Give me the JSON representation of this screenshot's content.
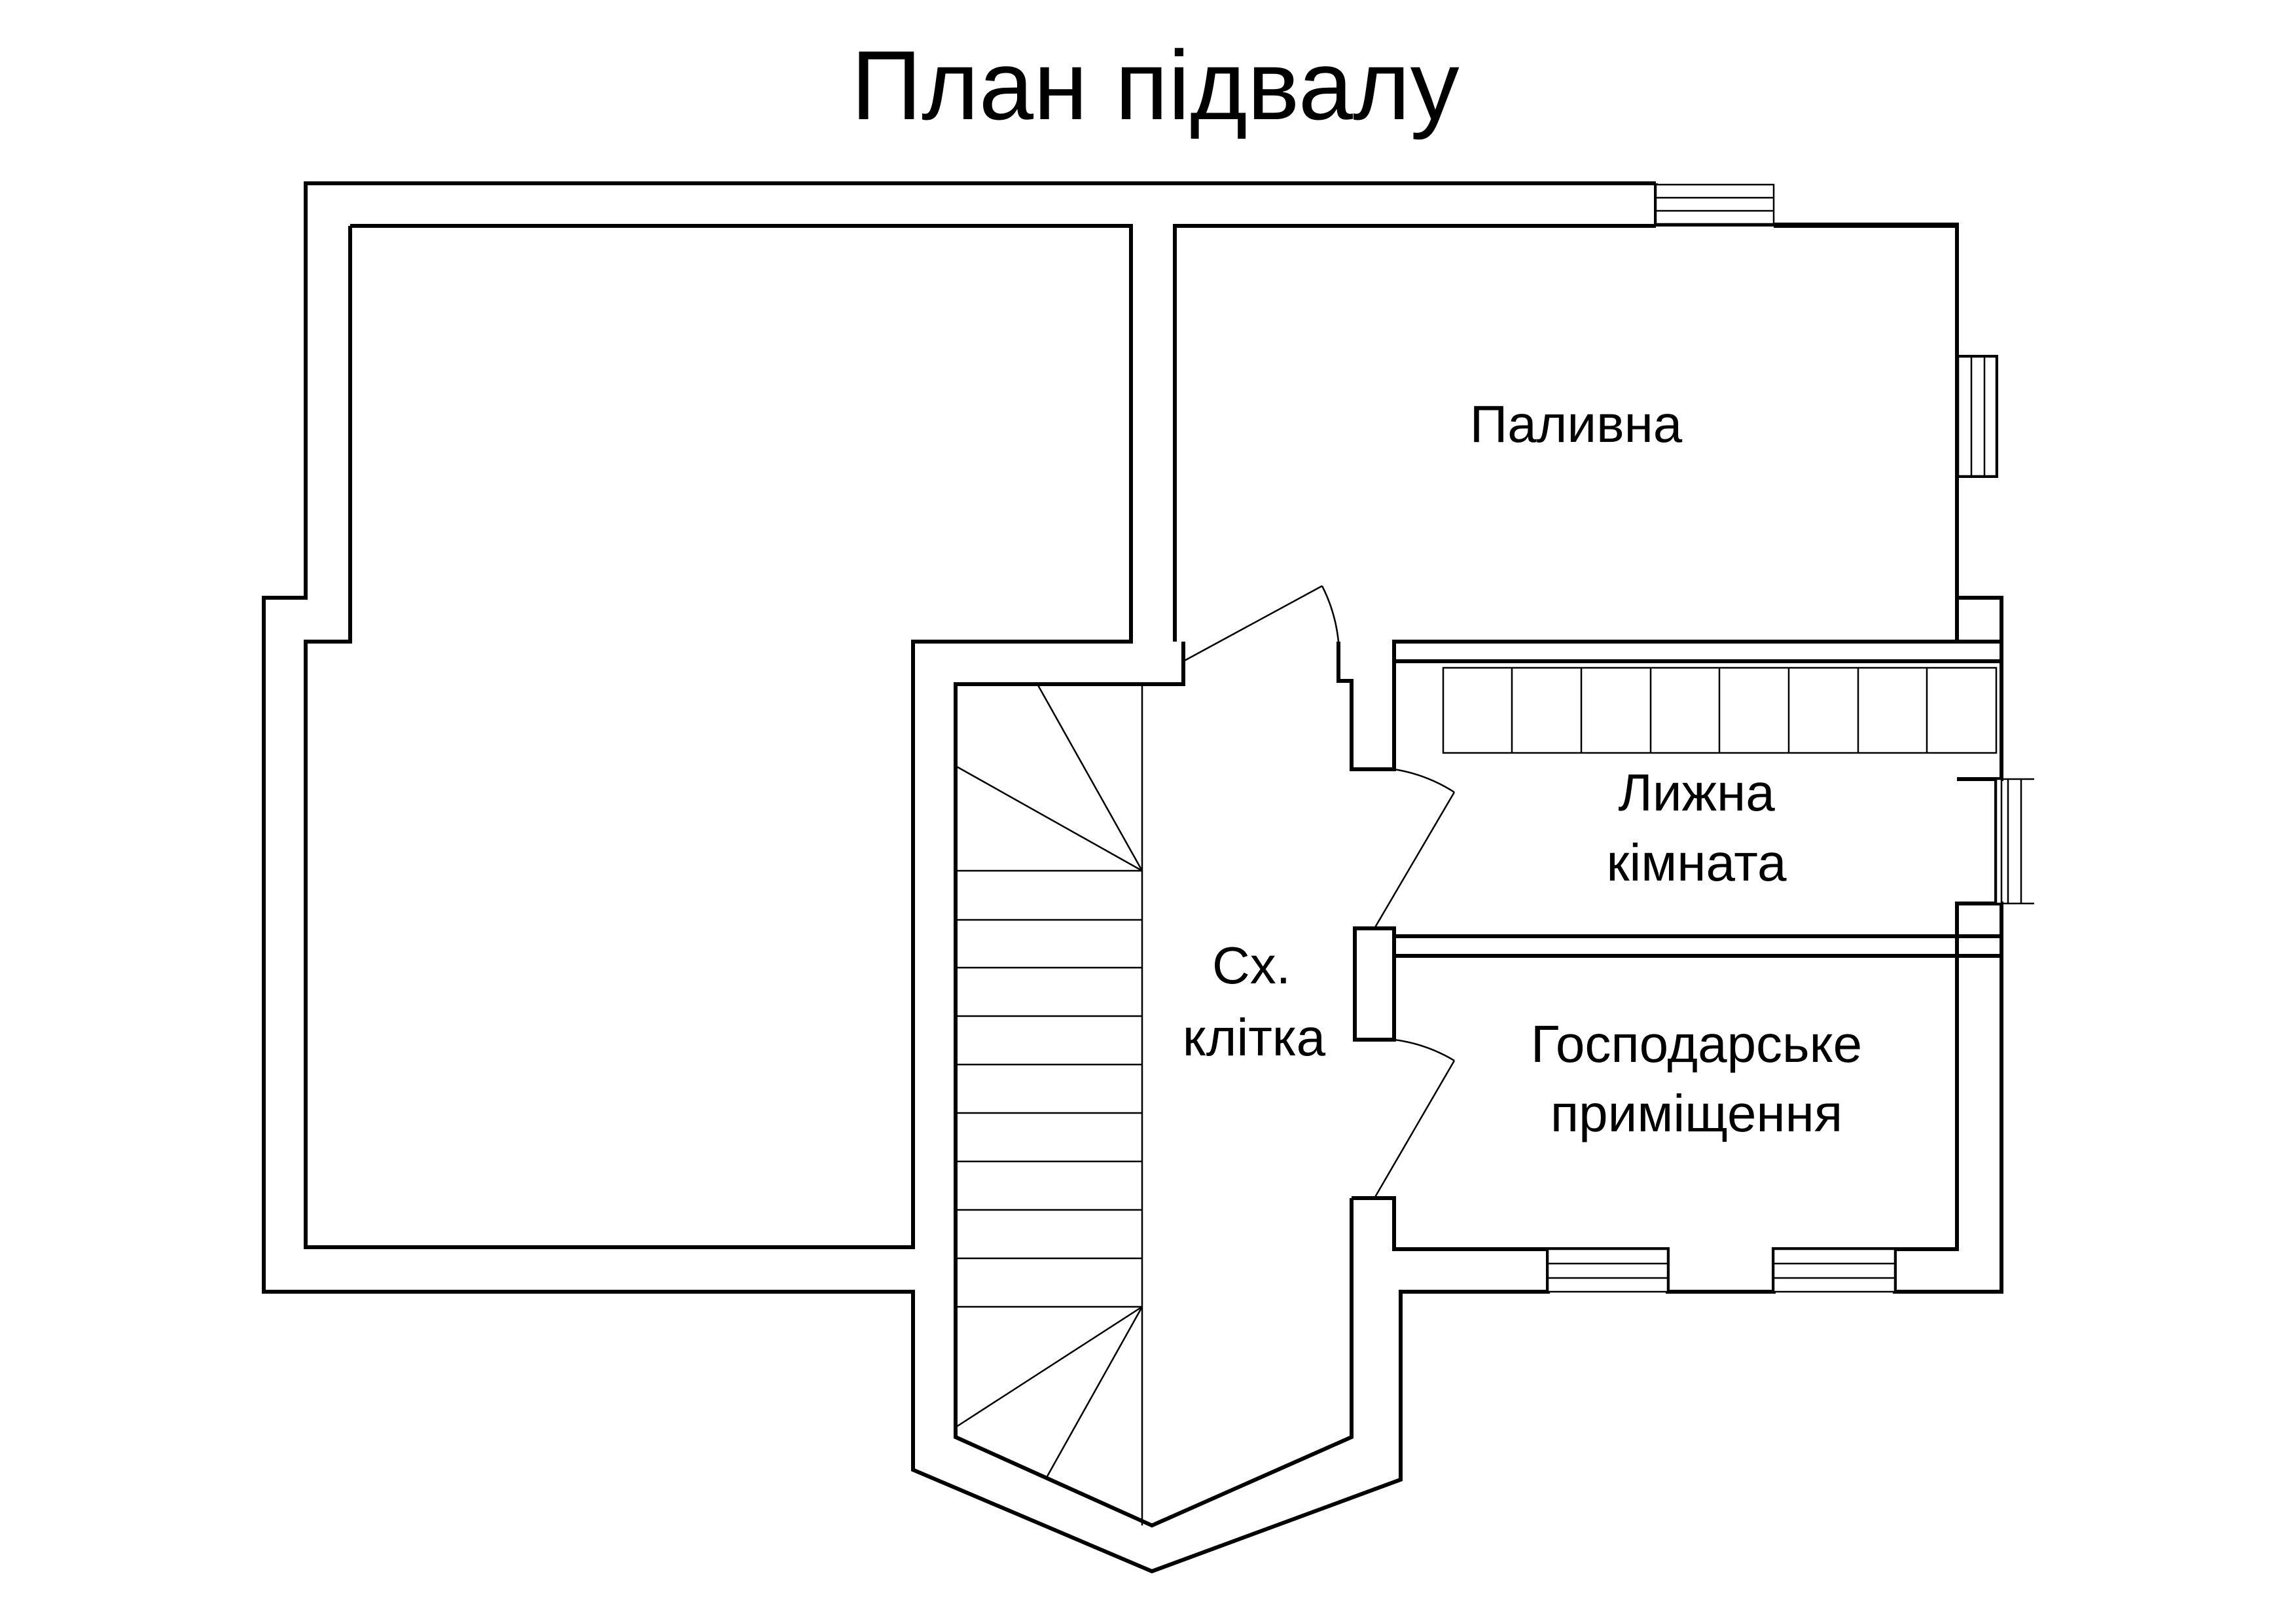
{
  "title": "План підвалу",
  "rooms": {
    "boiler": "Паливна",
    "ski_line1": "Лижна",
    "ski_line2": "кімната",
    "stair_line1": "Сх.",
    "stair_line2": "клітка",
    "utility_line1": "Господарське",
    "utility_line2": "приміщення"
  }
}
